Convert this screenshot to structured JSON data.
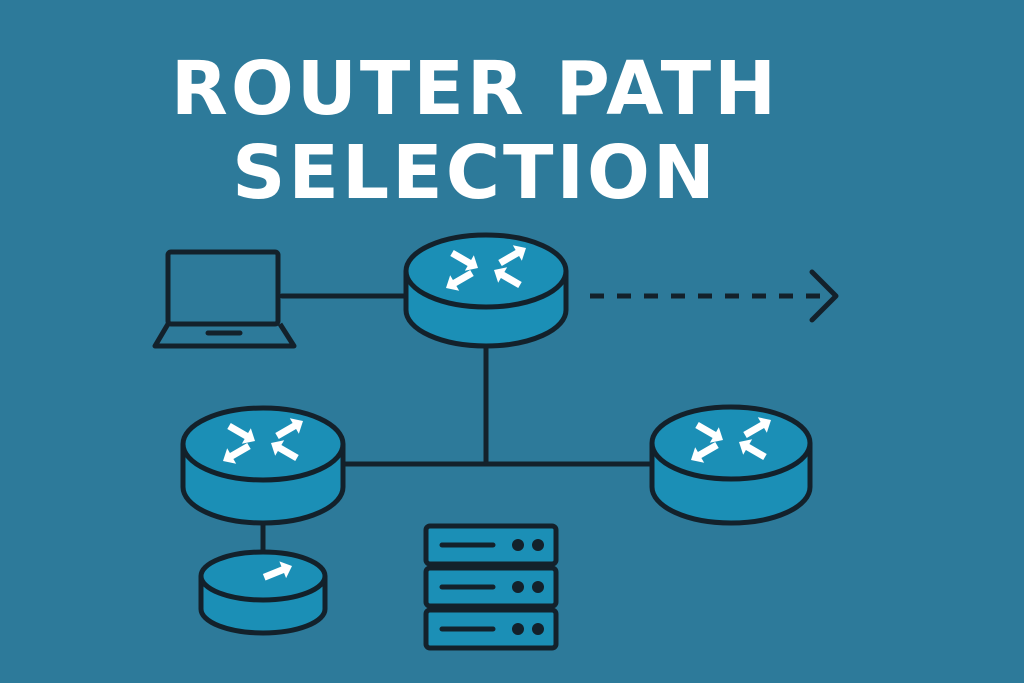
{
  "title": {
    "line1": "ROUTER PATH",
    "line2": "SELECTION"
  },
  "colors": {
    "background": "#2d7a9a",
    "outline": "#13212b",
    "device_fill": "#1b8fb6",
    "arrow": "#ffffff"
  },
  "nodes": [
    {
      "id": "laptop",
      "kind": "laptop-icon"
    },
    {
      "id": "router-top",
      "kind": "router-icon"
    },
    {
      "id": "router-left",
      "kind": "router-icon"
    },
    {
      "id": "router-right",
      "kind": "router-icon"
    },
    {
      "id": "router-small",
      "kind": "router-icon"
    },
    {
      "id": "server",
      "kind": "server-rack-icon"
    }
  ],
  "edges": [
    {
      "from": "laptop",
      "to": "router-top",
      "style": "solid"
    },
    {
      "from": "router-top",
      "to": "router-left",
      "style": "solid"
    },
    {
      "from": "router-top",
      "to": "router-right",
      "style": "solid"
    },
    {
      "from": "router-left",
      "to": "router-small",
      "style": "solid"
    },
    {
      "from": "router-top",
      "to": "outbound",
      "style": "dashed-arrow"
    }
  ]
}
